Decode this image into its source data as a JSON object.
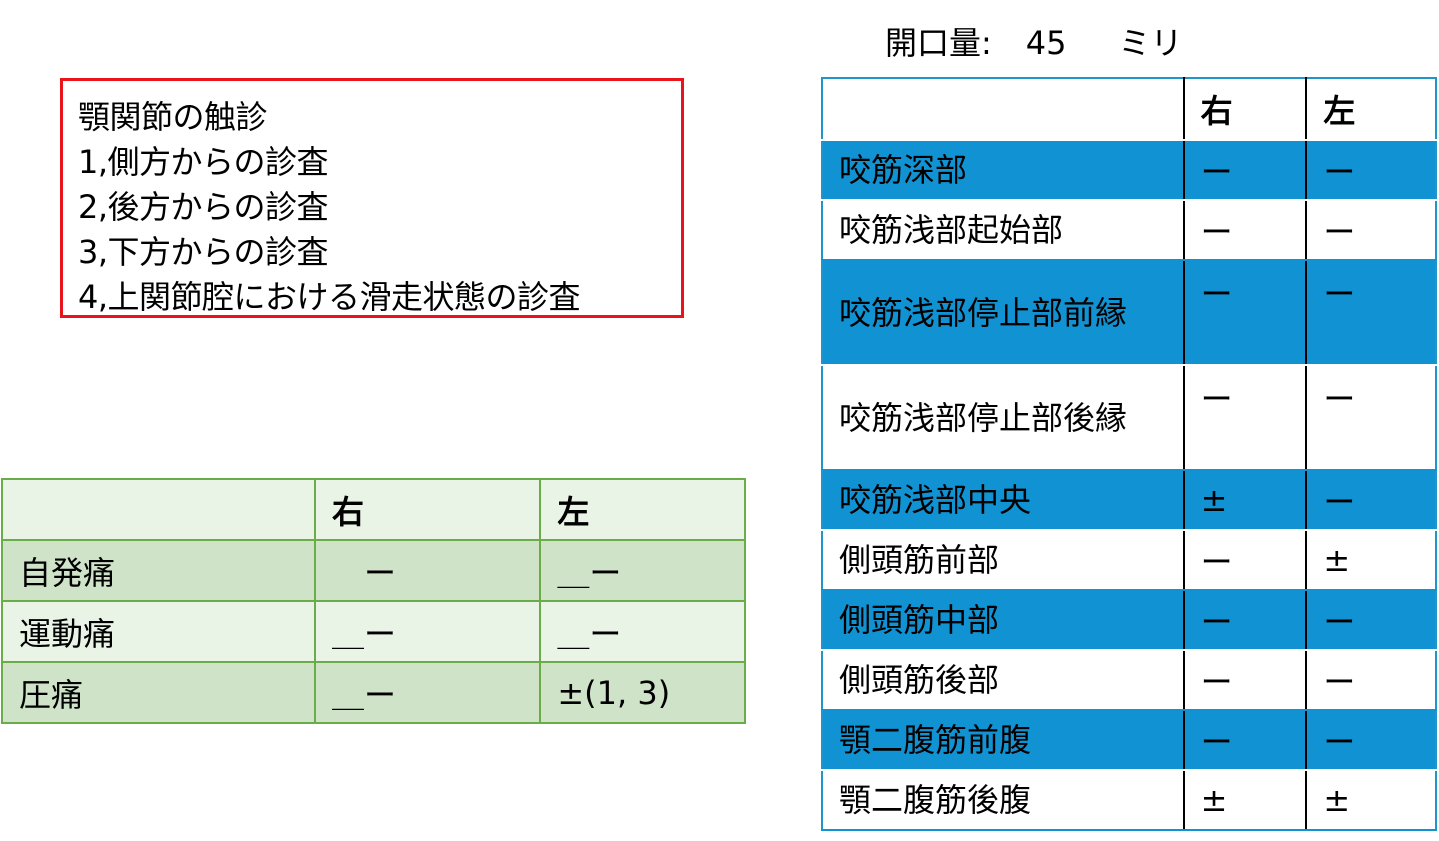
{
  "palpation": {
    "lines": [
      "顎関節の触診",
      "1,側方からの診査",
      "2,後方からの診査",
      "3,下方からの診査",
      "4,上関節腔における滑走状態の診査"
    ]
  },
  "opening": {
    "label": "開口量:",
    "value": "45",
    "unit": "ミリ"
  },
  "pain_table": {
    "header": [
      "",
      "右",
      "左"
    ],
    "rows": [
      [
        "自発痛",
        "　ー",
        "＿ー"
      ],
      [
        "運動痛",
        "＿ー",
        "＿ー"
      ],
      [
        "圧痛",
        "＿ー",
        "±(1, 3)"
      ]
    ]
  },
  "muscle_table": {
    "header": [
      "",
      "右",
      "左"
    ],
    "rows": [
      [
        "咬筋深部",
        "ー",
        "ー"
      ],
      [
        "咬筋浅部起始部",
        "ー",
        "ー"
      ],
      [
        "咬筋浅部停止部前縁",
        "ー",
        "ー"
      ],
      [
        "咬筋浅部停止部後縁",
        "ー",
        "ー"
      ],
      [
        "咬筋浅部中央",
        "±",
        "ー"
      ],
      [
        "側頭筋前部",
        "ー",
        "±"
      ],
      [
        "側頭筋中部",
        "ー",
        "ー"
      ],
      [
        "側頭筋後部",
        "ー",
        "ー"
      ],
      [
        "顎二腹筋前腹",
        "ー",
        "ー"
      ],
      [
        "顎二腹筋後腹",
        "±",
        "±"
      ]
    ]
  },
  "colors": {
    "red_border": "#e8141b",
    "green_border": "#6aac48",
    "blue_row": "#1192d2",
    "blue_border": "#1e96cc"
  }
}
